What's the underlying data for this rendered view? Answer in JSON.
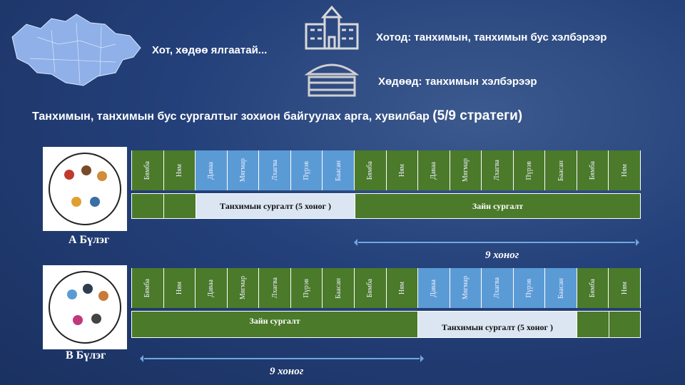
{
  "header": {
    "rural_urban_text": "Хот, хөдөө ялгаатай...",
    "city_text": "Хотод: танхимын, танхимын бус хэлбэрээр",
    "countryside_text": "Хөдөөд: танхимын хэлбэрээр",
    "title": "Танхимын, танхимын бус сургалтыг зохион байгуулах арга, хувилбар",
    "title_strategy": "(5/9 стратеги)"
  },
  "group_a": {
    "label": "А Бүлэг",
    "days": [
      "Бямба",
      "Ням",
      "Даваа",
      "Мягмар",
      "Лхагва",
      "Пүрэв",
      "Баасан",
      "Бямба",
      "Ням",
      "Даваа",
      "Мягмар",
      "Лхагва",
      "Пүрэв",
      "Баасан",
      "Бямба",
      "Ням"
    ],
    "inperson": "Танхимын сургалт (5 хоног )",
    "online": "Зайн сургалт",
    "duration": "9 хоног"
  },
  "group_b": {
    "label": "В Бүлэг",
    "days": [
      "Бямба",
      "Ням",
      "Даваа",
      "Мягмар",
      "Лхагва",
      "Пүрэв",
      "Баасан",
      "Бямба",
      "Ням",
      "Даваа",
      "Мягмар",
      "Лхагва",
      "Пүрэв",
      "Баасан",
      "Бямба",
      "Ням"
    ],
    "inperson": "Танхимын сургалт (5 хоног )",
    "online": "Зайн сургалт",
    "duration": "9 хоног"
  },
  "colors": {
    "online": "#4a7a2a",
    "inperson_day": "#5b9bd5",
    "inperson_bar": "#dbe6f2"
  }
}
